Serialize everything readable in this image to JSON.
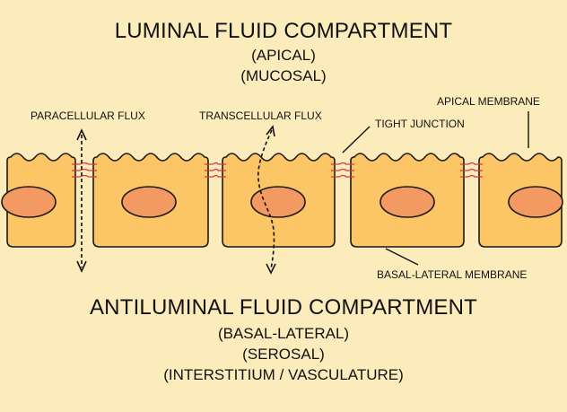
{
  "top": {
    "title": "LUMINAL FLUID COMPARTMENT",
    "line1": "(APICAL)",
    "line2": "(MUCOSAL)"
  },
  "bottom": {
    "title": "ANTILUMINAL FLUID COMPARTMENT",
    "line1": "(BASAL-LATERAL)",
    "line2": "(SEROSAL)",
    "line3": "(INTERSTITIUM / VASCULATURE)"
  },
  "labels": {
    "paracellular": "PARACELLULAR FLUX",
    "transcellular": "TRANSCELLULAR FLUX",
    "tight_junction": "TIGHT JUNCTION",
    "apical_membrane": "APICAL MEMBRANE",
    "basal_lateral_membrane": "BASAL-LATERAL MEMBRANE"
  },
  "colors": {
    "background": "#fcecbc",
    "cell_fill": "#fcc565",
    "nucleus_fill": "#f29a62",
    "junction": "#d8334a",
    "outline": "#1a1a1a"
  }
}
